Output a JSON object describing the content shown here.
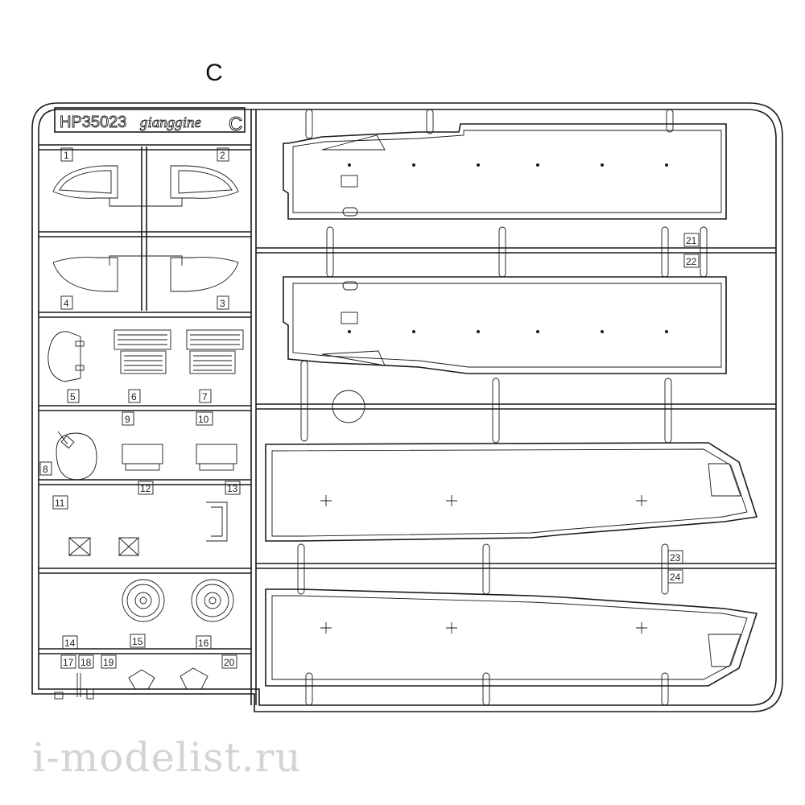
{
  "sprue": {
    "letter": "C",
    "code": "HP35023",
    "brand": "gianggine",
    "tab_letter": "C"
  },
  "part_numbers": [
    "1",
    "2",
    "3",
    "4",
    "5",
    "6",
    "7",
    "8",
    "9",
    "10",
    "11",
    "12",
    "13",
    "14",
    "15",
    "16",
    "17",
    "18",
    "19",
    "20",
    "21",
    "22",
    "23",
    "24"
  ],
  "watermark": "i-modelist.ru"
}
